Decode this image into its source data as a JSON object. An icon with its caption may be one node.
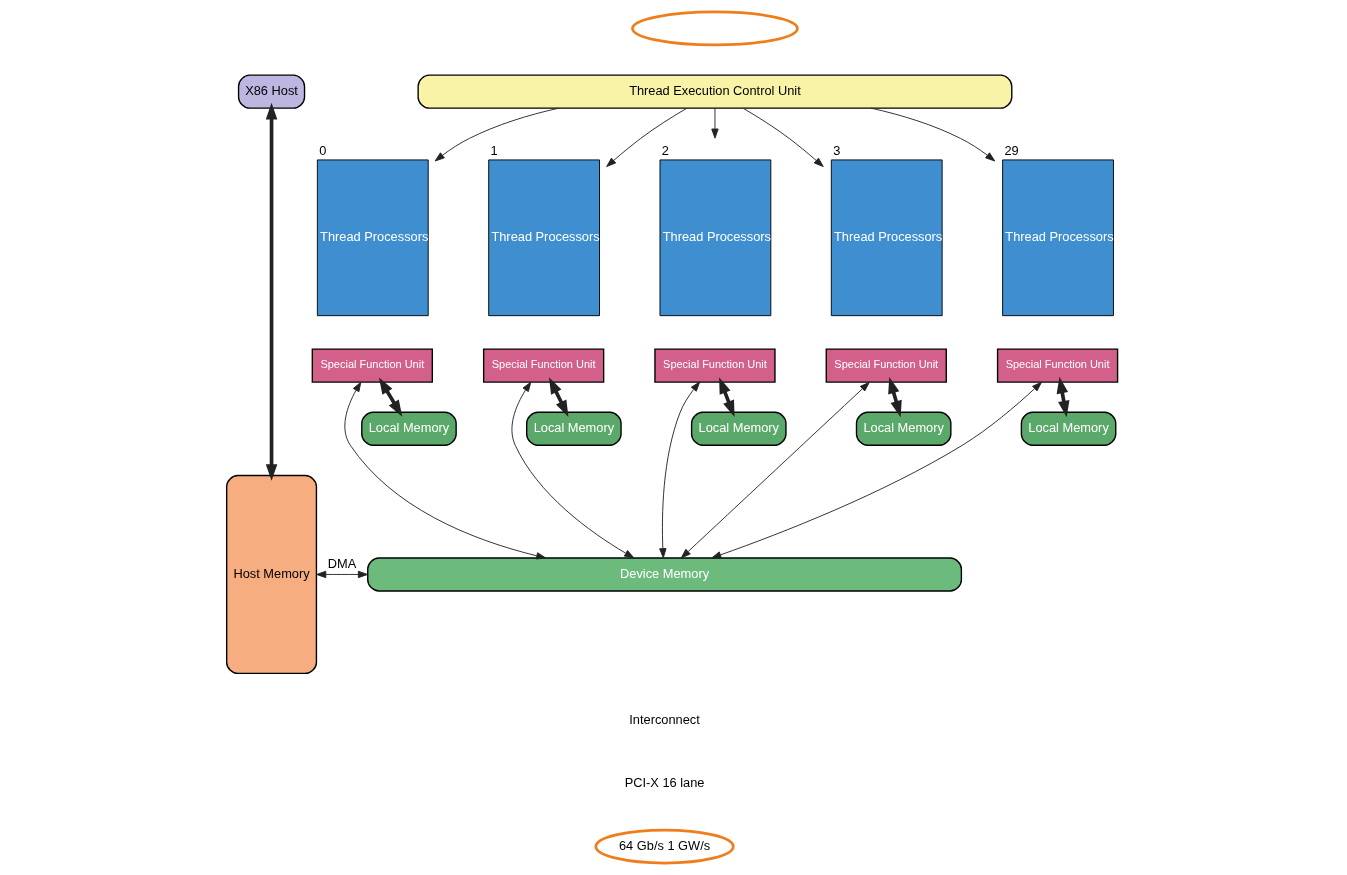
{
  "diagram": {
    "nodes": [
      {
        "text": [
          "X86 Host"
        ]
      },
      {
        "text": [
          "Host Memory"
        ]
      },
      {
        "text": [
          "Thread Execution Control Unit"
        ]
      },
      {
        "text": [
          "Thread Processors"
        ],
        "beside": [
          "0"
        ]
      },
      {
        "text": [
          "Special Function Unit"
        ]
      },
      {
        "text": [
          "Thread Processors"
        ],
        "beside": [
          "1"
        ]
      },
      {
        "text": [
          "Special Function Unit"
        ]
      },
      {
        "text": [
          "Thread Processors"
        ],
        "beside": [
          "2"
        ]
      },
      {
        "text": [
          "Special Function Unit"
        ]
      },
      {
        "text": [
          "Thread Processors"
        ],
        "beside": [
          "3"
        ]
      },
      {
        "text": [
          "Special Function Unit"
        ]
      },
      {
        "text": [
          "Thread Processors"
        ],
        "beside": [
          "29"
        ]
      },
      {
        "text": [
          "Special Function Unit"
        ]
      },
      {
        "text": [
          "Local Memory"
        ]
      },
      {
        "text": [
          "Local Memory"
        ]
      },
      {
        "text": [
          "Local Memory"
        ]
      },
      {
        "text": [
          "Local Memory"
        ]
      },
      {
        "text": [
          "Local Memory"
        ]
      },
      {
        "text": [
          "Device Memory"
        ]
      },
      {
        "text": [
          "64 Gb/s 1 GW/s"
        ]
      },
      {
        "text": [],
        "shape": "ellipse"
      }
    ],
    "edges": [
      {
        "from": 0,
        "to": 1,
        "arrow": "both",
        "style": "thick"
      },
      {
        "from": 1,
        "to": 18,
        "arrow": "both",
        "label": "DMA"
      },
      {
        "from": 2,
        "to": 3,
        "arrow": "to"
      },
      {
        "from": 2,
        "to": 5,
        "arrow": "to"
      },
      {
        "from": 2,
        "to": 7,
        "arrow": "to"
      },
      {
        "from": 2,
        "to": 9,
        "arrow": "to"
      },
      {
        "from": 2,
        "to": 11,
        "arrow": "to"
      },
      {
        "from": 4,
        "to": 13,
        "arrow": "both",
        "style": "thick"
      },
      {
        "from": 4,
        "to": 18,
        "arrow": "both"
      },
      {
        "from": 6,
        "to": 14,
        "arrow": "both",
        "style": "thick"
      },
      {
        "from": 6,
        "to": 18,
        "arrow": "both"
      },
      {
        "from": 8,
        "to": 15,
        "arrow": "both",
        "style": "thick"
      },
      {
        "from": 8,
        "to": 18,
        "arrow": "both"
      },
      {
        "from": 10,
        "to": 16,
        "arrow": "both",
        "style": "thick"
      },
      {
        "from": 10,
        "to": 18,
        "arrow": "both"
      },
      {
        "from": 12,
        "to": 17,
        "arrow": "both",
        "style": "thick"
      },
      {
        "from": 12,
        "to": 18,
        "arrow": "both"
      }
    ],
    "labels": [
      "Interconnect",
      "PCI-X 16 lane"
    ]
  }
}
